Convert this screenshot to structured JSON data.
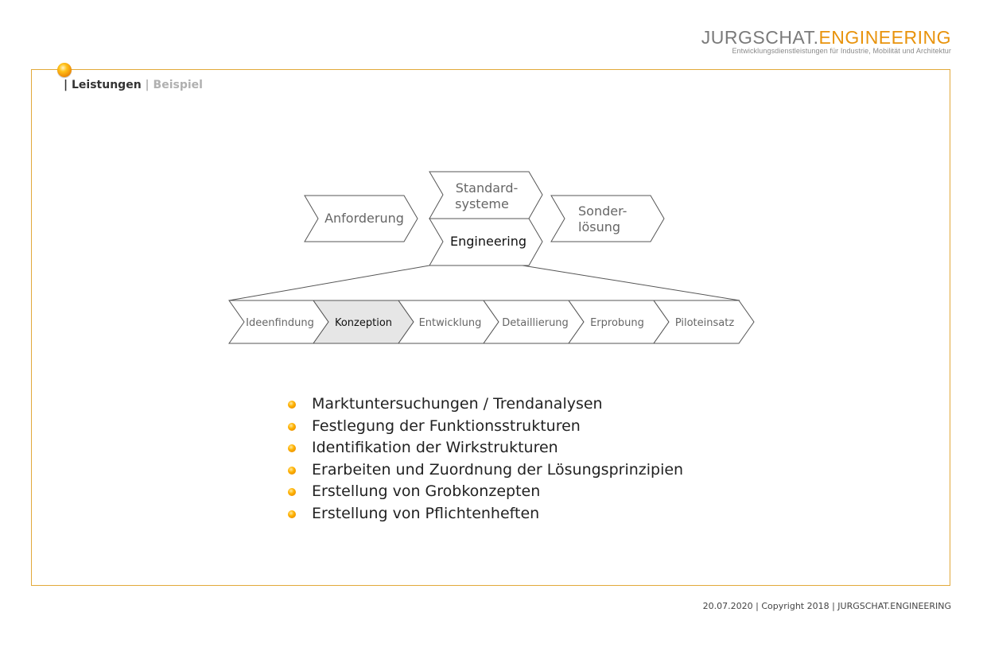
{
  "header": {
    "logo_part1": "JURGSCHAT.",
    "logo_part2": "ENGINEERING",
    "tagline": "Entwicklungsdienstleistungen für Industrie, Mobilität und Architektur"
  },
  "breadcrumb": {
    "sep1": "| ",
    "current": "Leistungen",
    "sep2": " | ",
    "next": "Beispiel"
  },
  "diagram": {
    "top": {
      "left": "Anforderung",
      "middle_top_line1": "Standard-",
      "middle_top_line2": "systeme",
      "middle_bottom": "Engineering",
      "right_line1": "Sonder-",
      "right_line2": "lösung"
    },
    "phases": [
      "Ideenfindung",
      "Konzeption",
      "Entwicklung",
      "Detaillierung",
      "Erprobung",
      "Piloteinsatz"
    ],
    "highlighted_phase": "Konzeption"
  },
  "bullets": [
    "Marktuntersuchungen / Trendanalysen",
    "Festlegung der Funktionsstrukturen",
    "Identifikation der Wirkstrukturen",
    "Erarbeiten und Zuordnung der Lösungsprinzipien",
    "Erstellung von Grobkonzepten",
    "Erstellung von Pflichtenheften"
  ],
  "footer": {
    "text": "20.07.2020 | Copyright 2018 | JURGSCHAT.ENGINEERING"
  },
  "colors": {
    "accent": "#e8930c",
    "frame": "#e2a93a",
    "highlight_fill": "#e6e6e6"
  }
}
